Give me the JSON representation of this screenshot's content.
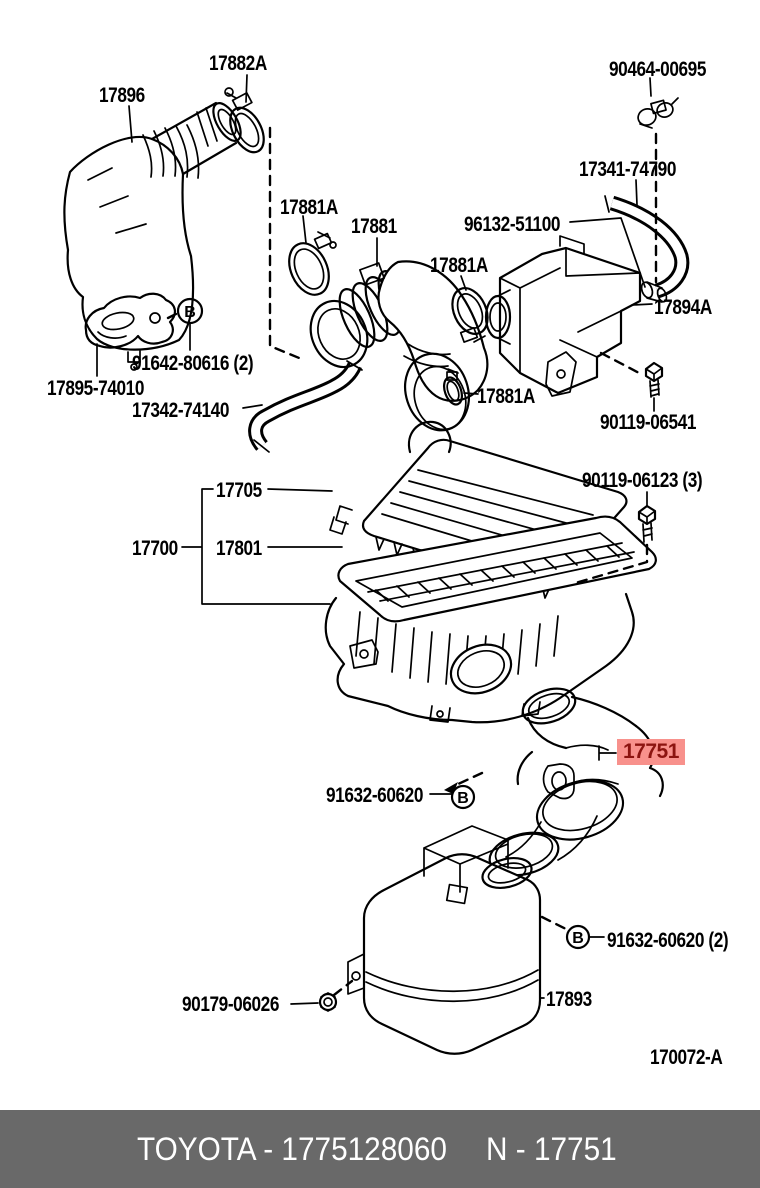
{
  "diagram": {
    "figure_code": "170072-A",
    "highlight_bg": "#f8918c",
    "highlight_fg": "#8c1410",
    "line_color": "#000000",
    "footer_bg": "#696969"
  },
  "markers": {
    "b": "B"
  },
  "labels": [
    {
      "id": "17896",
      "text": "17896"
    },
    {
      "id": "17882A",
      "text": "17882A"
    },
    {
      "id": "90464-00695",
      "text": "90464-00695"
    },
    {
      "id": "17341-74790",
      "text": "17341-74790"
    },
    {
      "id": "17881A-1",
      "text": "17881A"
    },
    {
      "id": "17881",
      "text": "17881"
    },
    {
      "id": "96132-51100",
      "text": "96132-51100"
    },
    {
      "id": "17881A-2",
      "text": "17881A"
    },
    {
      "id": "17894A",
      "text": "17894A"
    },
    {
      "id": "91642-80616-2",
      "text": "91642-80616 (2)"
    },
    {
      "id": "17895-74010",
      "text": "17895-74010"
    },
    {
      "id": "17342-74140",
      "text": "17342-74140"
    },
    {
      "id": "17881A-3",
      "text": "17881A"
    },
    {
      "id": "90119-06541",
      "text": "90119-06541"
    },
    {
      "id": "90119-06123-3",
      "text": "90119-06123 (3)"
    },
    {
      "id": "17705",
      "text": "17705"
    },
    {
      "id": "17700",
      "text": "17700"
    },
    {
      "id": "17801",
      "text": "17801"
    },
    {
      "id": "17751",
      "text": "17751",
      "highlighted": true
    },
    {
      "id": "91632-60620",
      "text": "91632-60620"
    },
    {
      "id": "91632-60620-2",
      "text": "91632-60620 (2)"
    },
    {
      "id": "17893",
      "text": "17893"
    },
    {
      "id": "90179-06026",
      "text": "90179-06026"
    },
    {
      "id": "170072-A",
      "text": "170072-A"
    }
  ],
  "footer": {
    "left_text": "TOYOTA - 1775128060",
    "right_text": "N - 17751"
  }
}
